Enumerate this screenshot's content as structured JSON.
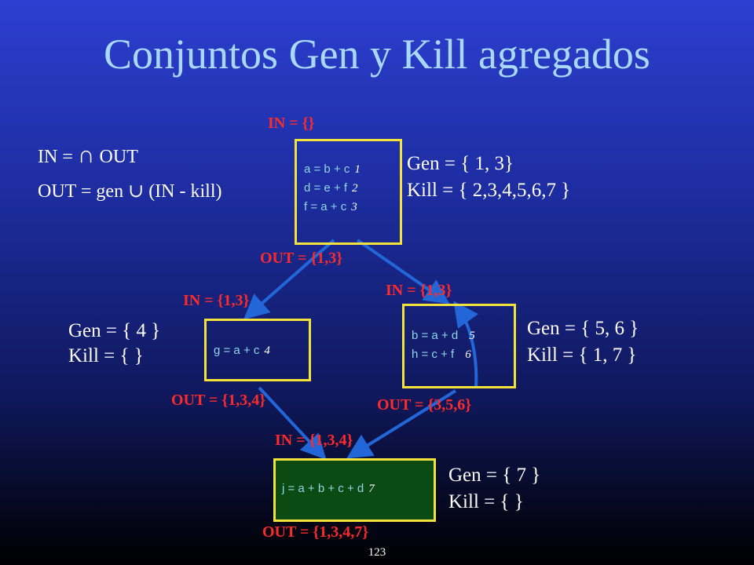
{
  "title": "Conjuntos Gen y Kill agregados",
  "equations": {
    "in_eq": "IN = ",
    "in_op": "∩",
    "in_rhs": " OUT",
    "out_eq": "OUT = gen ∪ (IN - kill)"
  },
  "blocks": {
    "b1": {
      "in": "IN = {}",
      "out": "OUT = {1,3}",
      "statements": [
        {
          "code": "a = b + c",
          "num": "1"
        },
        {
          "code": "d = e + f",
          "num": "2"
        },
        {
          "code": "f = a + c",
          "num": "3"
        }
      ],
      "gen": "Gen = { 1, 3}",
      "kill": "Kill = { 2,3,4,5,6,7 }"
    },
    "b2": {
      "in": "IN = {1,3}",
      "out": "OUT = {1,3,4}",
      "statements": [
        {
          "code": "g = a + c",
          "num": "4"
        }
      ],
      "gen": "Gen = { 4 }",
      "kill": "Kill = {   }"
    },
    "b3": {
      "in": "IN = {1,3}",
      "out": "OUT = {3,5,6}",
      "statements": [
        {
          "code": "b = a + d",
          "num": "5"
        },
        {
          "code": "h = c + f",
          "num": "6"
        }
      ],
      "gen": "Gen = { 5, 6 }",
      "kill": "Kill = { 1, 7  }"
    },
    "b4": {
      "in": "IN = {1,3,4}",
      "out": "OUT = {1,3,4,7}",
      "statements": [
        {
          "code": "j = a + b + c + d",
          "num": "7"
        }
      ],
      "gen": "Gen = { 7 }",
      "kill": "Kill = {   }"
    }
  },
  "page_number": "123",
  "colors": {
    "title": "#a8d8ff",
    "in_out": "#ff2a2a",
    "block_border": "#f2e23a",
    "code": "#8fd6e6",
    "arrow": "#2266d8",
    "b4_fill": "#0b4a12"
  }
}
